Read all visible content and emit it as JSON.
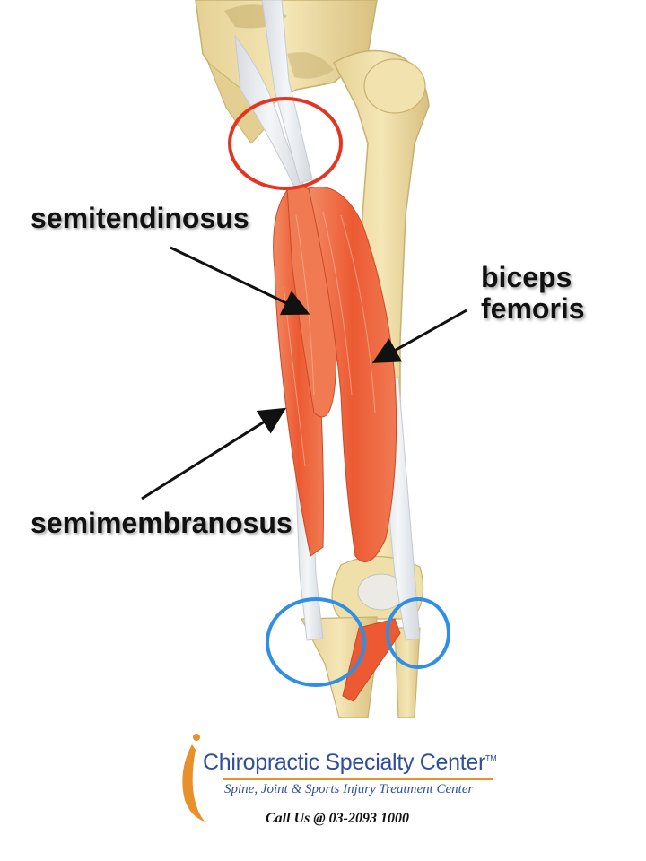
{
  "labels": {
    "semitendinosus": "semitendinosus",
    "biceps_line1": "biceps",
    "biceps_line2": "femoris",
    "semimembranosus": "semimembranosus"
  },
  "highlights": {
    "origin_color": "#e5341f",
    "insertion_color": "#2f8fe6"
  },
  "colors": {
    "muscle": "#ef6a44",
    "muscle_light": "#f79a73",
    "bone": "#efdfa9",
    "bone_shade": "#d9c383",
    "tendon": "#e9ecef",
    "arrow": "#111111"
  },
  "logo": {
    "name": "Chiropractic Specialty Center",
    "trademark": "TM",
    "tagline": "Spine, Joint & Sports Injury Treatment Center",
    "phone_line": "Call Us @ 03-2093 1000",
    "accent_color": "#e8902a",
    "brand_color": "#2f4e9c"
  }
}
